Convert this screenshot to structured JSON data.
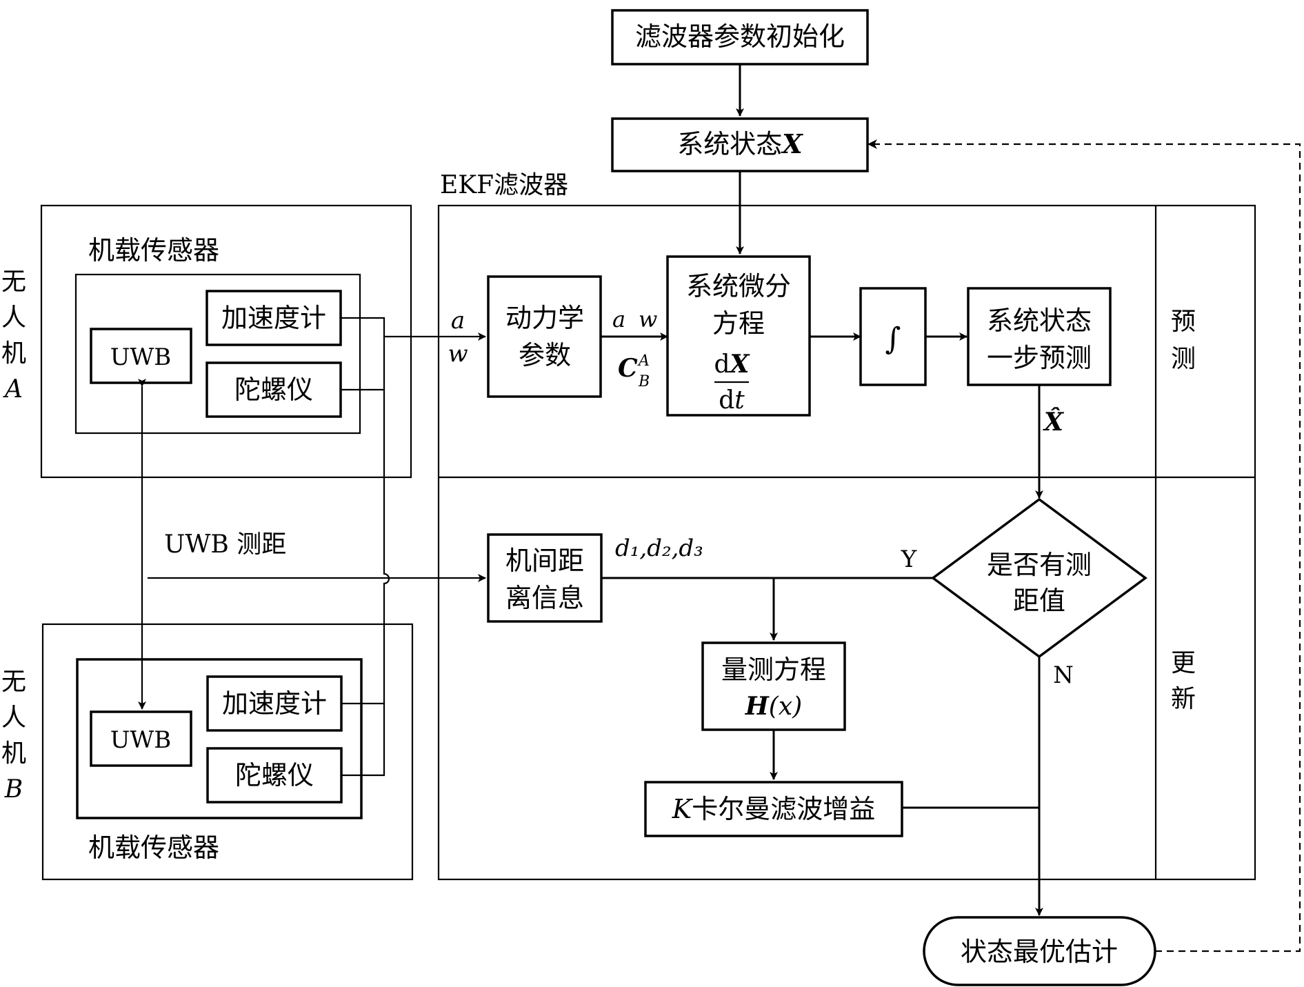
{
  "nodes": {
    "init": "滤波器参数初始化",
    "state_label": "系统状态",
    "state_var": "X",
    "ekf": "EKF滤波器",
    "dynamics": [
      "动力学",
      "参数"
    ],
    "diff_eq": [
      "系统微分",
      "方程"
    ],
    "deriv_num": "X",
    "deriv_den": "t",
    "deriv_d": "d",
    "integral": "∫",
    "predict": [
      "系统状态",
      "一步预测"
    ],
    "xhat": "X̂",
    "phase_predict": [
      "预",
      "测"
    ],
    "phase_update": [
      "更",
      "新"
    ],
    "interdist": [
      "机间距",
      "离信息"
    ],
    "distances": "d₁,d₂,d₃",
    "decision": [
      "是否有测",
      "距值"
    ],
    "yes": "Y",
    "no": "N",
    "measure": [
      "量测方程"
    ],
    "measure_eq": "H",
    "measure_arg": "(x)",
    "kalman_k": "K",
    "kalman": "卡尔曼滤波增益",
    "optimal": "状态最优估计"
  },
  "signals": {
    "a": "a",
    "w": "w",
    "cba_main": "C",
    "cba_sup": "A",
    "cba_sub": "B"
  },
  "uav_a": {
    "label": [
      "无",
      "人",
      "机"
    ],
    "id": "A",
    "sensors": "机载传感器",
    "uwb": "UWB",
    "accel": "加速度计",
    "gyro": "陀螺仪"
  },
  "uav_b": {
    "label": [
      "无",
      "人",
      "机"
    ],
    "id": "B",
    "sensors": "机载传感器",
    "uwb": "UWB",
    "accel": "加速度计",
    "gyro": "陀螺仪"
  },
  "uwb_ranging": "UWB 测距"
}
